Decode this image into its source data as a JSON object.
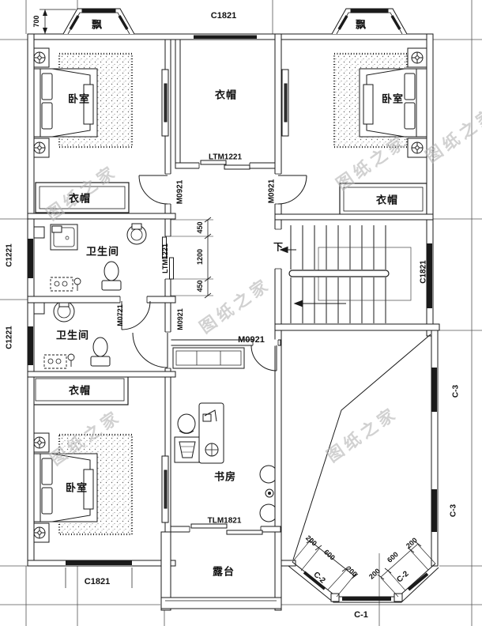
{
  "watermark": {
    "text": "图纸之家",
    "color": "#b5b5b5"
  },
  "ink_color": "#1a1a1a",
  "rooms": {
    "bedroom": "卧室",
    "cloakroom": "衣帽",
    "bathroom": "卫生间",
    "study": "书房",
    "terrace": "露台",
    "bay_window": "飘",
    "stairs_down": "下"
  },
  "codes": {
    "c1821": "C1821",
    "c1221": "C1221",
    "c1": "C-1",
    "c2": "C-2",
    "c3": "C-3",
    "m0921": "M0921",
    "m0721": "M0721",
    "ltm1221": "LTM1221",
    "tlm1821": "TLM1821"
  },
  "dimensions": {
    "bay_depth": "700",
    "hall_450": "450",
    "hall_1200": "1200",
    "bay_200": "200",
    "bay_600": "600"
  }
}
